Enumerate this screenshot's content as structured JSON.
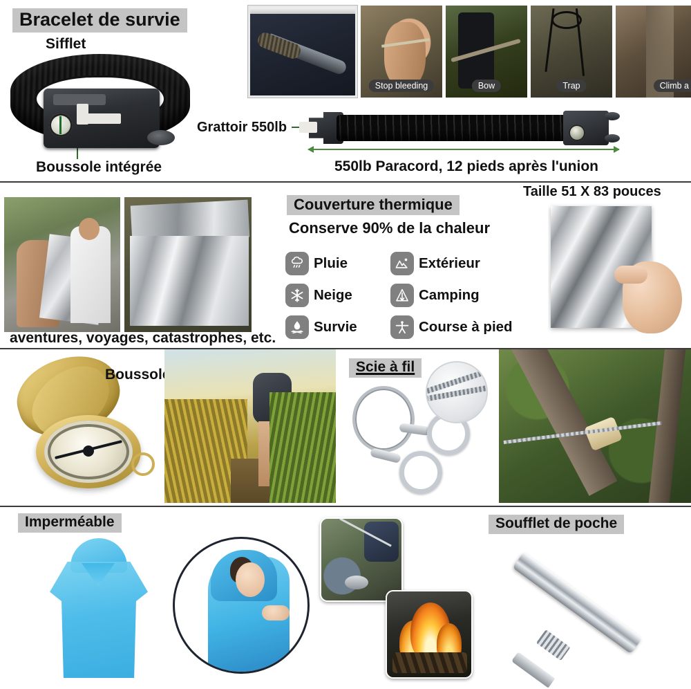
{
  "meta": {
    "language": "fr",
    "highlight_color": "#c4c4c4",
    "leader_line_color": "#2e6b2e",
    "badge_color": "#808080",
    "divider_color": "#3a3a3a"
  },
  "sections": [
    {
      "id": "bracelet",
      "title": "Bracelet de survie",
      "callouts": [
        {
          "name": "whistle",
          "label": "Sifflet"
        },
        {
          "name": "compass",
          "label": "Boussole intégrée"
        },
        {
          "name": "scraper",
          "label": "Grattoir 550lb"
        }
      ],
      "measurement": "550lb Paracord, 12 pieds après l'union",
      "photo_strip": [
        {
          "name": "knife-wrap",
          "caption": ""
        },
        {
          "name": "stop-bleeding",
          "caption": "Stop bleeding"
        },
        {
          "name": "bow",
          "caption": "Bow"
        },
        {
          "name": "trap",
          "caption": "Trap"
        },
        {
          "name": "climb",
          "caption": "Climb a"
        }
      ]
    },
    {
      "id": "thermal-blanket",
      "title": "Couverture thermique",
      "subtitle": "Conserve 90% de la chaleur",
      "size_label": "Taille 51 X 83 pouces",
      "bottom_caption": "aventures, voyages, catastrophes, etc.",
      "features": [
        {
          "icon": "rain-cloud-icon",
          "label": "Pluie"
        },
        {
          "icon": "mountain-sun-icon",
          "label": "Extérieur"
        },
        {
          "icon": "snowflake-icon",
          "label": "Neige"
        },
        {
          "icon": "tent-icon",
          "label": "Camping"
        },
        {
          "icon": "campfire-icon",
          "label": "Survie"
        },
        {
          "icon": "running-person-icon",
          "label": "Course à pied"
        }
      ]
    },
    {
      "id": "compass-saw",
      "items": [
        {
          "name": "compass",
          "label": "Boussole"
        },
        {
          "name": "wire-saw",
          "label": "Scie à fil"
        }
      ]
    },
    {
      "id": "poncho-bellows",
      "items": [
        {
          "name": "rain-poncho",
          "label": "Imperméable"
        },
        {
          "name": "pocket-bellows",
          "label": "Soufflet de poche"
        }
      ]
    }
  ],
  "features_flat": {
    "f0": "Pluie",
    "f1": "Extérieur",
    "f2": "Neige",
    "f3": "Camping",
    "f4": "Survie",
    "f5": "Course à pied"
  }
}
